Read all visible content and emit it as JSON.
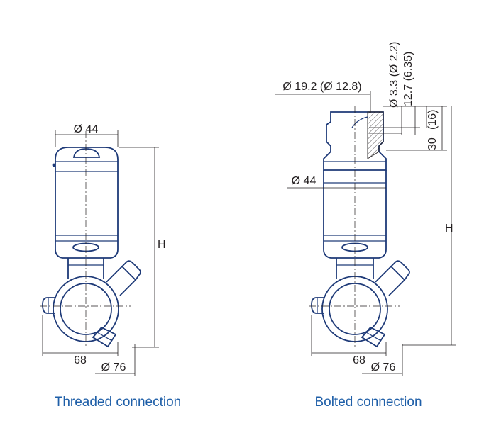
{
  "left_drawing": {
    "caption": "Threaded connection",
    "diameter_top": "Ø 44",
    "height": "H",
    "width_bottom": "68",
    "diameter_bottom": "Ø 76"
  },
  "right_drawing": {
    "caption": "Bolted connection",
    "bore_diameter": "Ø 19.2 (Ø 12.8)",
    "pin_diameter": "Ø 3.3 (Ø 2.2)",
    "pin_offset": "12.7 (6.35)",
    "pin_depth": "(16)",
    "head_height": "30",
    "body_diameter": "Ø 44",
    "height": "H",
    "width_bottom": "68",
    "diameter_bottom": "Ø 76"
  },
  "colors": {
    "outline": "#1e3a78",
    "caption": "#1f5fa8",
    "dimension": "#231f20"
  }
}
